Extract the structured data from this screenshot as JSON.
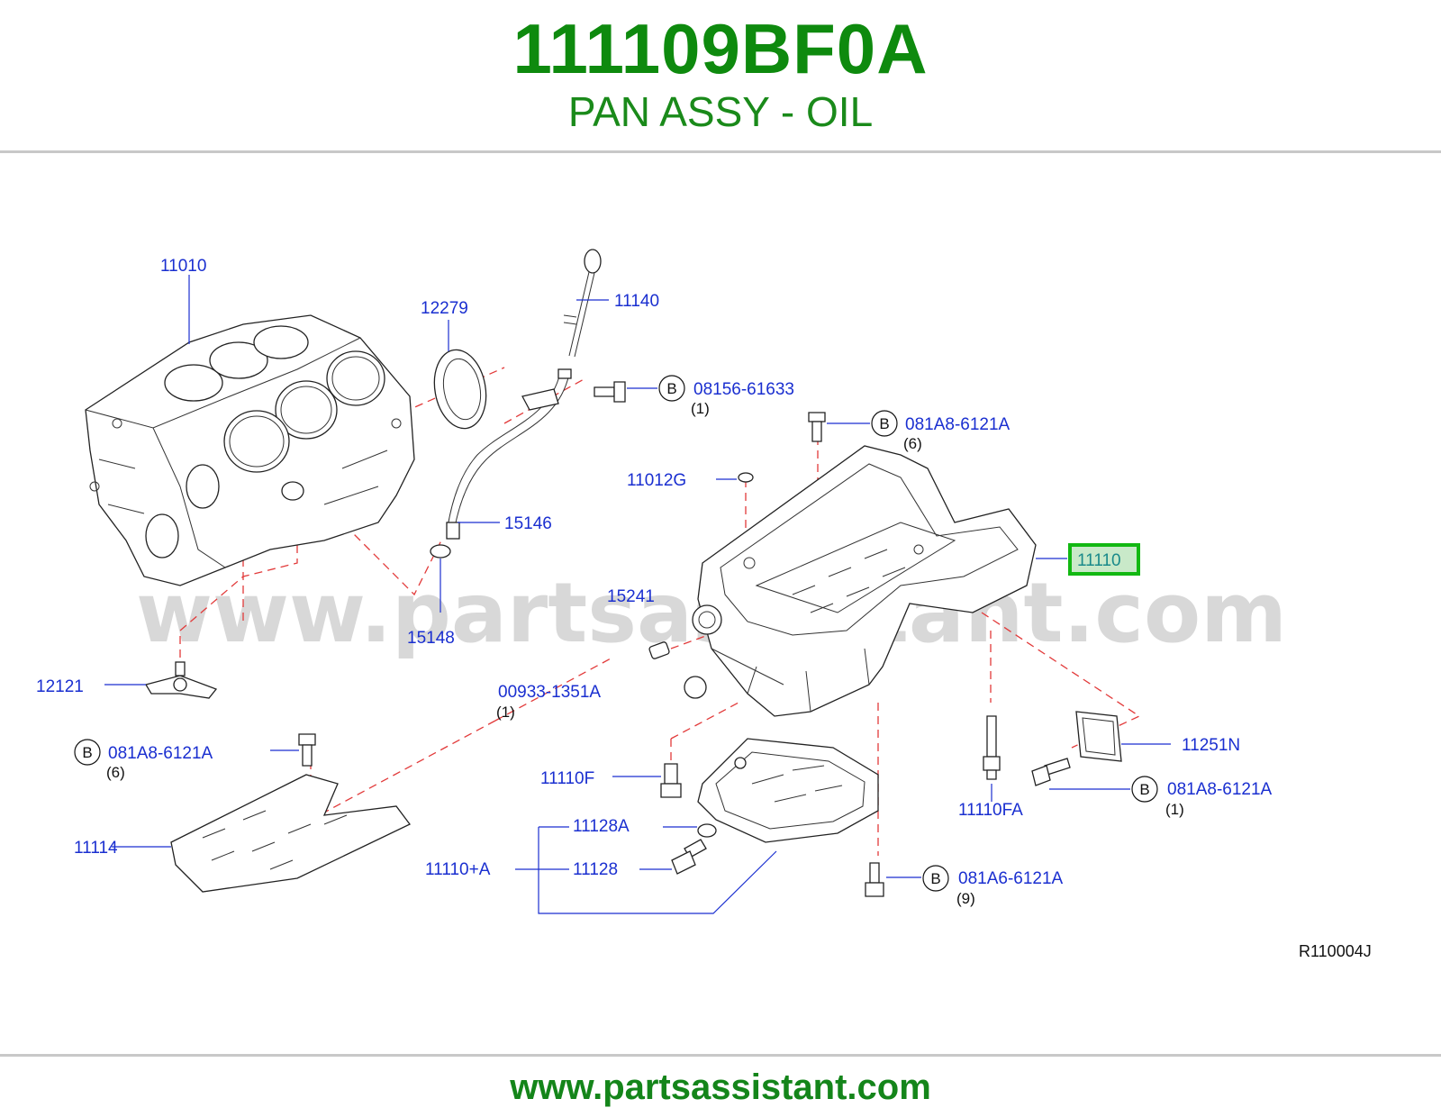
{
  "header": {
    "part_number": "111109BF0A",
    "part_name": "PAN ASSY - OIL"
  },
  "watermark": "www.partsassistant.com",
  "footer": {
    "url": "www.partsassistant.com"
  },
  "diagram": {
    "reference_code": "R110004J",
    "highlighted_callout": "11110",
    "bolt_symbol": "B",
    "callouts": {
      "c11010": "11010",
      "c12279": "12279",
      "c11140": "11140",
      "c08156": "08156-61633",
      "q08156": "(1)",
      "c081A8_top": "081A8-6121A",
      "q081A8_top": "(6)",
      "c11012G": "11012G",
      "c15146": "15146",
      "c11110": "11110",
      "c15241": "15241",
      "c15148": "15148",
      "c12121": "12121",
      "c00933": "00933-1351A",
      "q00933": "(1)",
      "c081A8_left": "081A8-6121A",
      "q081A8_left": "(6)",
      "c11110F": "11110F",
      "c11251N": "11251N",
      "c081A8_right": "081A8-6121A",
      "q081A8_right": "(1)",
      "c11110FA": "11110FA",
      "c11128A": "11128A",
      "c11114": "11114",
      "c11110A": "11110+A",
      "c11128": "11128",
      "c081A6": "081A6-6121A",
      "q081A6": "(9)"
    }
  }
}
